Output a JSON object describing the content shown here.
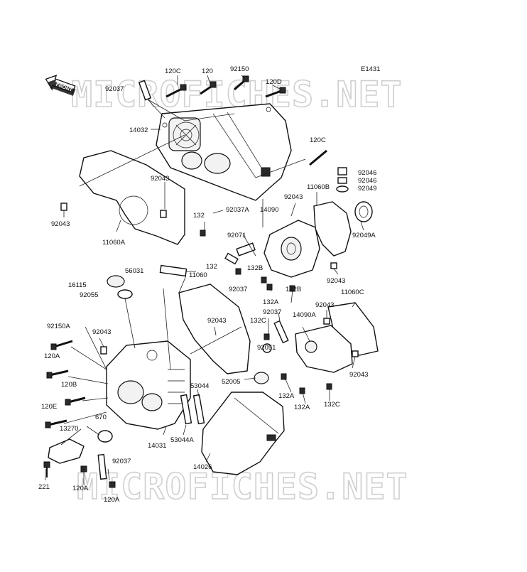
{
  "diagram_code": "E1431",
  "front_label": "FRONT",
  "watermark": "MICROFICHES.NET",
  "parts": [
    {
      "id": "p-120c-top",
      "label": "120C"
    },
    {
      "id": "p-120-top",
      "label": "120"
    },
    {
      "id": "p-92150-top",
      "label": "92150"
    },
    {
      "id": "p-92037-top",
      "label": "92037"
    },
    {
      "id": "p-120d",
      "label": "120D"
    },
    {
      "id": "p-14032",
      "label": "14032"
    },
    {
      "id": "p-120c-right",
      "label": "120C"
    },
    {
      "id": "p-92046-a",
      "label": "92046"
    },
    {
      "id": "p-92046-b",
      "label": "92046"
    },
    {
      "id": "p-92049",
      "label": "92049"
    },
    {
      "id": "p-92043-gasket",
      "label": "92043"
    },
    {
      "id": "p-11060b",
      "label": "11060B"
    },
    {
      "id": "p-92043-left",
      "label": "92043"
    },
    {
      "id": "p-92043-mid",
      "label": "92043"
    },
    {
      "id": "p-92037a",
      "label": "92037A"
    },
    {
      "id": "p-14090",
      "label": "14090"
    },
    {
      "id": "p-132-a",
      "label": "132"
    },
    {
      "id": "p-92049a",
      "label": "92049A"
    },
    {
      "id": "p-11060a",
      "label": "11060A"
    },
    {
      "id": "p-92071",
      "label": "92071"
    },
    {
      "id": "p-56031",
      "label": "56031"
    },
    {
      "id": "p-132-b",
      "label": "132"
    },
    {
      "id": "p-132b-1",
      "label": "132B"
    },
    {
      "id": "p-11060",
      "label": "11060"
    },
    {
      "id": "p-92043-r1",
      "label": "92043"
    },
    {
      "id": "p-16115",
      "label": "16115"
    },
    {
      "id": "p-92055",
      "label": "92055"
    },
    {
      "id": "p-92037-mid",
      "label": "92037"
    },
    {
      "id": "p-132b-2",
      "label": "132B"
    },
    {
      "id": "p-11060c",
      "label": "11060C"
    },
    {
      "id": "p-132a-1",
      "label": "132A"
    },
    {
      "id": "p-92037-b",
      "label": "92037"
    },
    {
      "id": "p-92043-r2",
      "label": "92043"
    },
    {
      "id": "p-14090a",
      "label": "14090A"
    },
    {
      "id": "p-92043-gasket2",
      "label": "92043"
    },
    {
      "id": "p-132c-1",
      "label": "132C"
    },
    {
      "id": "p-92150a",
      "label": "92150A"
    },
    {
      "id": "p-92043-l2",
      "label": "92043"
    },
    {
      "id": "p-92051",
      "label": "92051"
    },
    {
      "id": "p-120a-1",
      "label": "120A"
    },
    {
      "id": "p-92043-r3",
      "label": "92043"
    },
    {
      "id": "p-52005",
      "label": "52005"
    },
    {
      "id": "p-120b",
      "label": "120B"
    },
    {
      "id": "p-53044",
      "label": "53044"
    },
    {
      "id": "p-132a-2",
      "label": "132A"
    },
    {
      "id": "p-132a-3",
      "label": "132A"
    },
    {
      "id": "p-132c-2",
      "label": "132C"
    },
    {
      "id": "p-120e",
      "label": "120E"
    },
    {
      "id": "p-670",
      "label": "670"
    },
    {
      "id": "p-13270",
      "label": "13270"
    },
    {
      "id": "p-53044a",
      "label": "53044A"
    },
    {
      "id": "p-14031",
      "label": "14031"
    },
    {
      "id": "p-92037-bot",
      "label": "92037"
    },
    {
      "id": "p-14026",
      "label": "14026"
    },
    {
      "id": "p-221",
      "label": "221"
    },
    {
      "id": "p-120a-2",
      "label": "120A"
    },
    {
      "id": "p-120a-3",
      "label": "120A"
    }
  ]
}
